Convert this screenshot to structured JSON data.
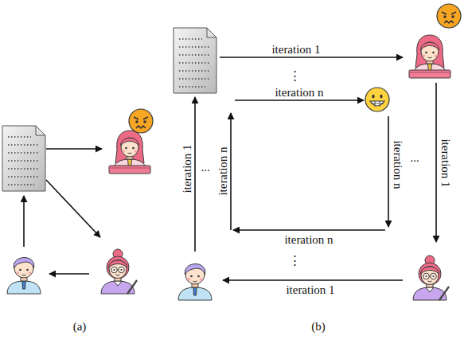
{
  "diagram": {
    "labels": [
      "iteration 1",
      "⋮",
      "iteration n",
      "iteration n",
      "iteration 1",
      "...",
      "...",
      "iteration n",
      "iteration 1",
      "iteration n",
      "⋮",
      "iteration 1",
      "(a)",
      "(b)"
    ]
  }
}
